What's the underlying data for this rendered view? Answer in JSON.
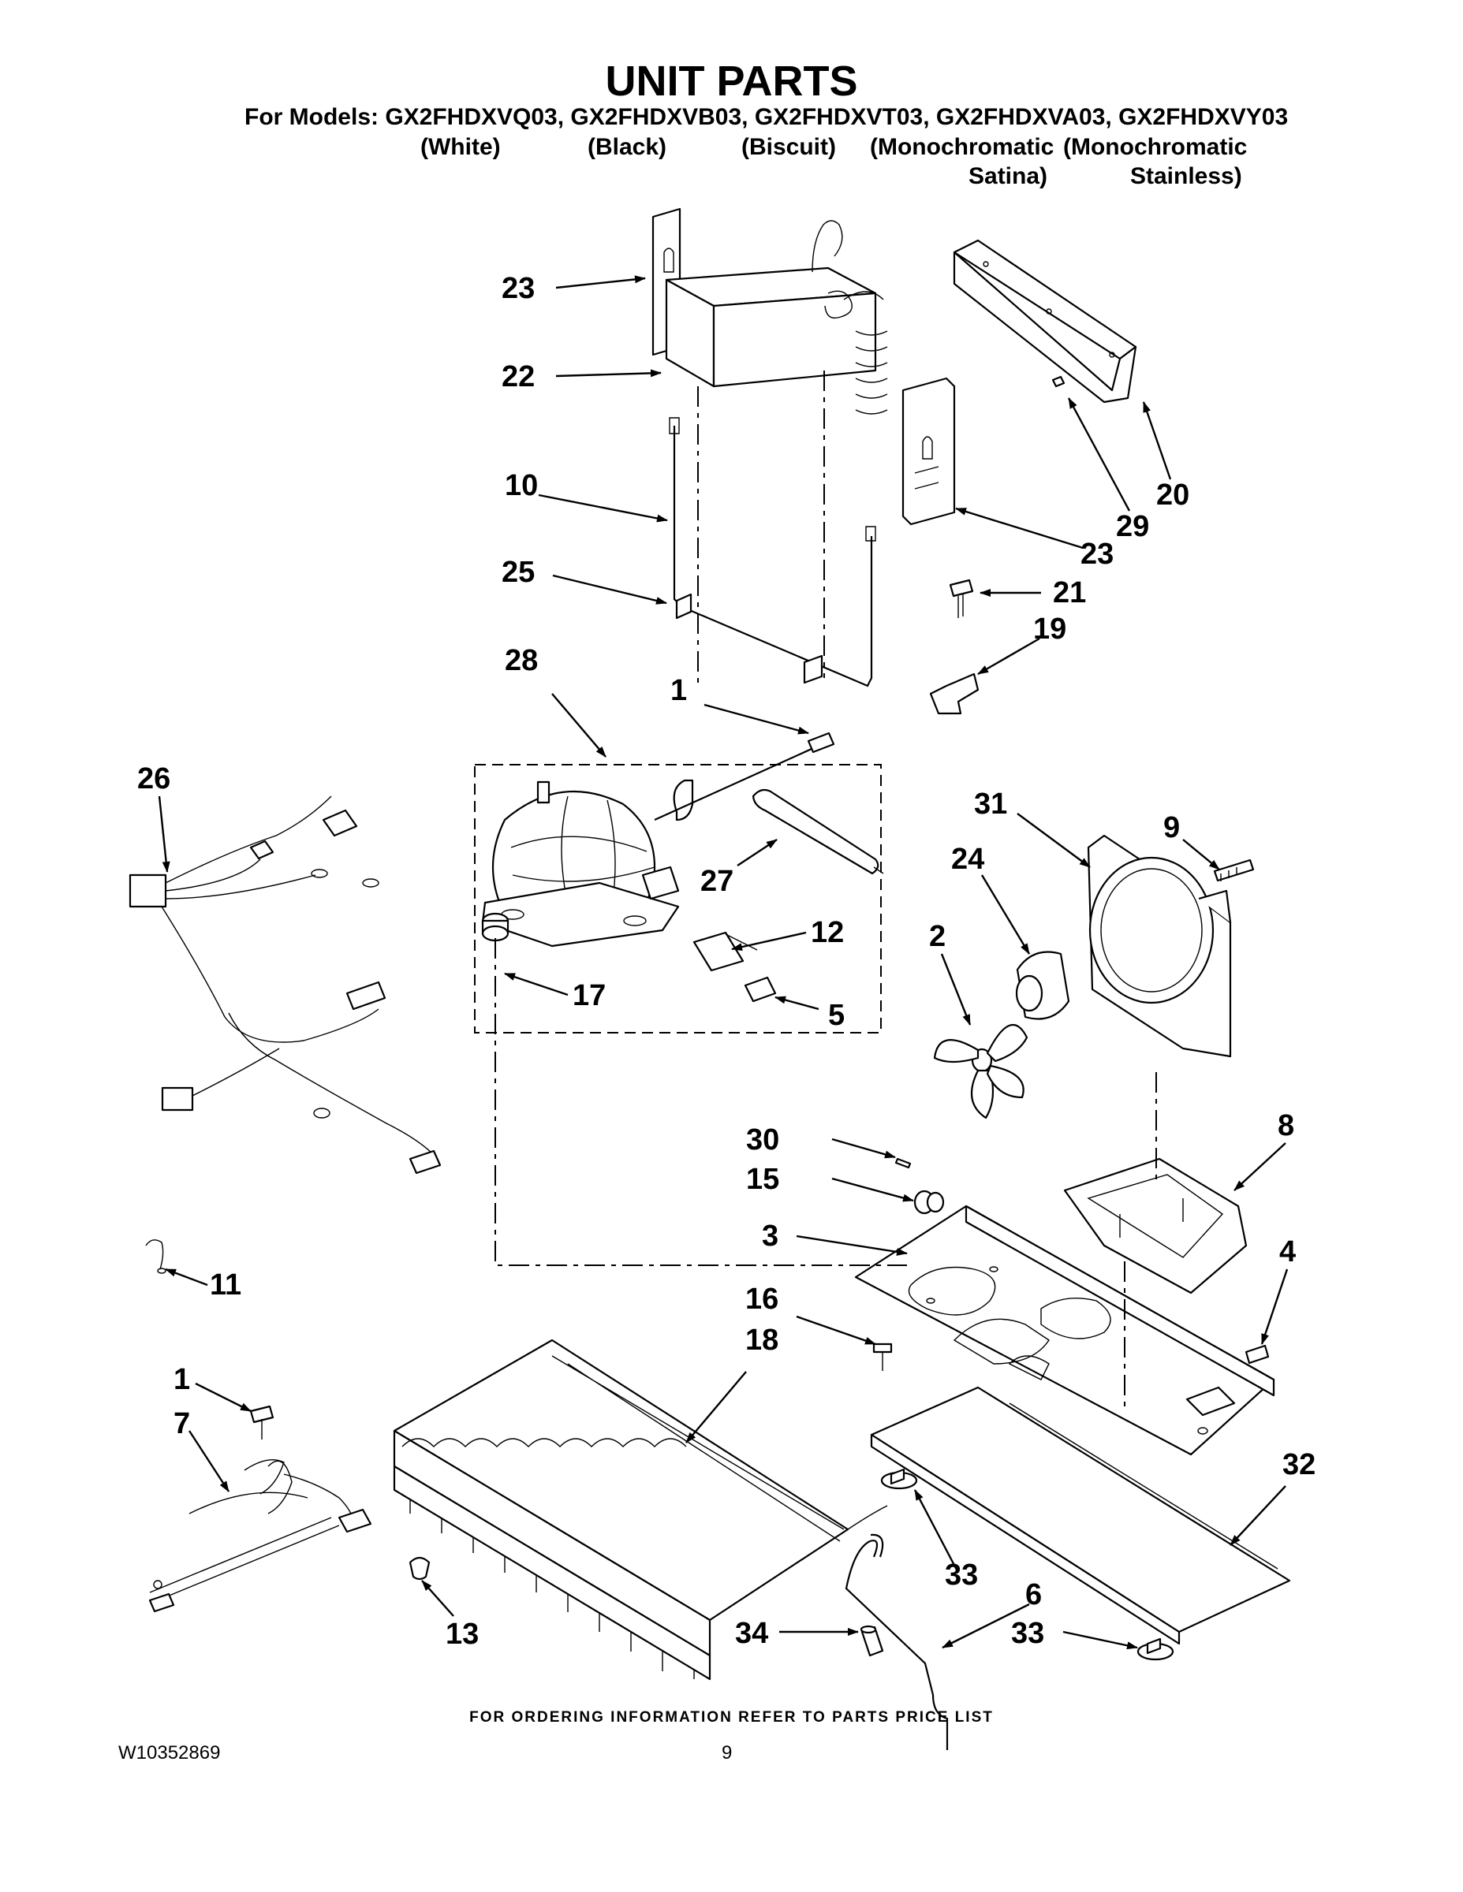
{
  "title": "UNIT PARTS",
  "models_line": "For Models: GX2FHDXVQ03, GX2FHDXVB03, GX2FHDXVT03, GX2FHDXVA03, GX2FHDXVY03",
  "colors": {
    "q03": "(White)",
    "b03": "(Black)",
    "t03": "(Biscuit)",
    "a03_line1": "(Monochromatic",
    "a03_line2": "Satina)",
    "y03_line1": "(Monochromatic",
    "y03_line2": "Stainless)"
  },
  "callouts": {
    "c23a": "23",
    "c22": "22",
    "c10": "10",
    "c25": "25",
    "c20": "20",
    "c29": "29",
    "c23b": "23",
    "c21": "21",
    "c19": "19",
    "c28": "28",
    "c1a": "1",
    "c26": "26",
    "c27": "27",
    "c12": "12",
    "c17": "17",
    "c5": "5",
    "c31": "31",
    "c9": "9",
    "c24": "24",
    "c2": "2",
    "c30": "30",
    "c8": "8",
    "c15": "15",
    "c3": "3",
    "c4": "4",
    "c11": "11",
    "c16": "16",
    "c18": "18",
    "c1b": "1",
    "c7": "7",
    "c32": "32",
    "c13": "13",
    "c33a": "33",
    "c6": "6",
    "c34": "34",
    "c33b": "33"
  },
  "footer": {
    "ordering": "FOR ORDERING INFORMATION REFER TO PARTS PRICE LIST",
    "doc_number": "W10352869",
    "page": "9"
  }
}
